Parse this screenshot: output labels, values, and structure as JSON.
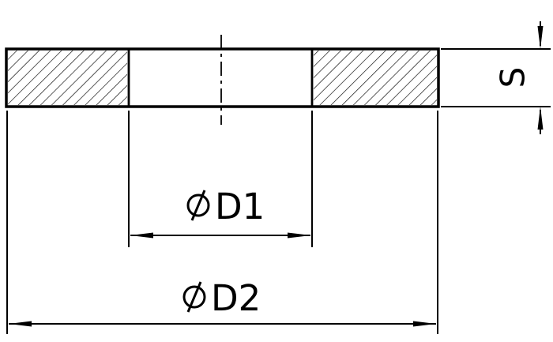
{
  "colors": {
    "line": "#000000",
    "background": "#ffffff"
  },
  "dimensions": {
    "d1": {
      "symbol": "⌀",
      "label": "D1"
    },
    "d2": {
      "symbol": "⌀",
      "label": "D2"
    },
    "s": {
      "label": "S"
    }
  }
}
